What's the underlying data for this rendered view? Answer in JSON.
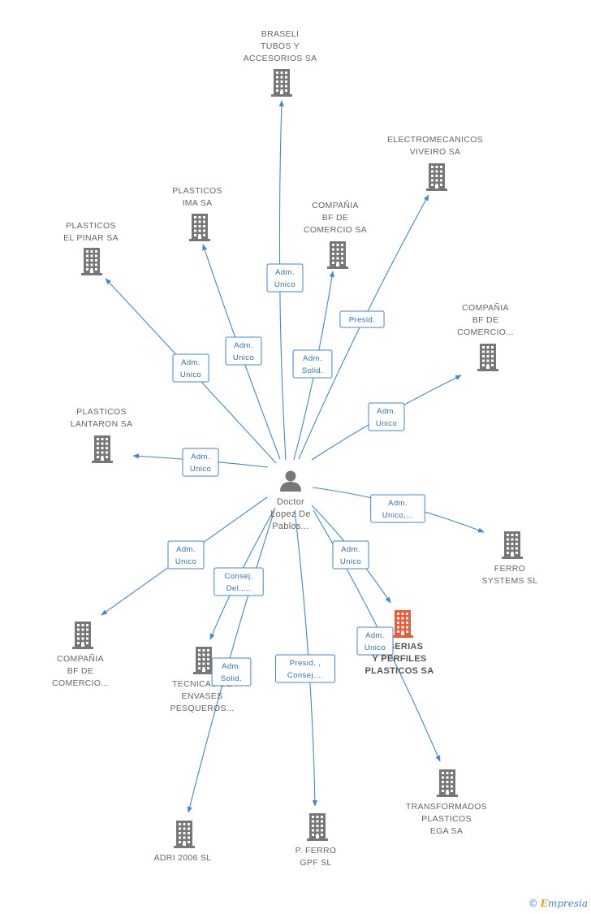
{
  "center": {
    "label_lines": [
      "Doctor",
      "Lopez De",
      "Pablos..."
    ],
    "icon": "person-icon",
    "color": "#777777"
  },
  "colors": {
    "edge": "#3f87d9",
    "building": "#777777",
    "highlight": "#ee5a36"
  },
  "nodes": [
    {
      "id": "braseli",
      "lines": [
        "BRASELI",
        "TUBOS Y",
        "ACCESORIOS SA"
      ],
      "icon": "building-icon"
    },
    {
      "id": "electromecanicos",
      "lines": [
        "ELECTROMECANICOS",
        "VIVEIRO SA"
      ],
      "icon": "building-icon"
    },
    {
      "id": "plasticos-ima",
      "lines": [
        "PLASTICOS",
        "IMA SA"
      ],
      "icon": "building-icon"
    },
    {
      "id": "compania-bf-top",
      "lines": [
        "COMPAÑIA",
        "BF DE",
        "COMERCIO SA"
      ],
      "icon": "building-icon"
    },
    {
      "id": "plasticos-el-pinar",
      "lines": [
        "PLASTICOS",
        "EL PINAR SA"
      ],
      "icon": "building-icon"
    },
    {
      "id": "compania-bf-right",
      "lines": [
        "COMPAÑIA",
        "BF DE",
        "COMERCIO..."
      ],
      "icon": "building-icon"
    },
    {
      "id": "plasticos-lantaron",
      "lines": [
        "PLASTICOS",
        "LANTARON SA"
      ],
      "icon": "building-icon"
    },
    {
      "id": "ferro-systems",
      "lines": [
        "FERRO",
        "SYSTEMS SL"
      ],
      "icon": "building-icon"
    },
    {
      "id": "tuberias",
      "lines": [
        "TUBERIAS",
        "Y PERFILES",
        "PLASTICOS SA"
      ],
      "icon": "building-icon",
      "main": true
    },
    {
      "id": "compania-bf-left",
      "lines": [
        "COMPAÑIA",
        "BF DE",
        "COMERCIO..."
      ],
      "icon": "building-icon"
    },
    {
      "id": "tecnicas",
      "lines": [
        "TECNICAS DE",
        "ENVASES",
        "PESQUEROS..."
      ],
      "icon": "building-icon"
    },
    {
      "id": "transformados",
      "lines": [
        "TRANSFORMADOS",
        "PLASTICOS",
        "EGA SA"
      ],
      "icon": "building-icon"
    },
    {
      "id": "adri",
      "lines": [
        "ADRI 2006 SL"
      ],
      "icon": "building-icon"
    },
    {
      "id": "p-ferro",
      "lines": [
        "P. FERRO",
        "GPF SL"
      ],
      "icon": "building-icon"
    }
  ],
  "edges": [
    {
      "target": "braseli",
      "lines": [
        "Adm.",
        "Unico"
      ]
    },
    {
      "target": "electromecanicos",
      "lines": [
        "Presid."
      ]
    },
    {
      "target": "plasticos-ima",
      "lines": [
        "Adm.",
        "Unico"
      ]
    },
    {
      "target": "compania-bf-top",
      "lines": [
        "Adm.",
        "Solid."
      ]
    },
    {
      "target": "plasticos-el-pinar",
      "lines": [
        "Adm.",
        "Unico"
      ]
    },
    {
      "target": "compania-bf-right",
      "lines": [
        "Adm.",
        "Unico"
      ]
    },
    {
      "target": "plasticos-lantaron",
      "lines": [
        "Adm.",
        "Unico"
      ]
    },
    {
      "target": "ferro-systems",
      "lines": [
        "Adm.",
        "Unico,..."
      ]
    },
    {
      "target": "tuberias",
      "lines": [
        "Adm.",
        "Unico"
      ]
    },
    {
      "target": "compania-bf-left",
      "lines": [
        "Adm.",
        "Unico"
      ]
    },
    {
      "target": "tecnicas",
      "lines": [
        "Consej.",
        "Del.,..."
      ]
    },
    {
      "target": "transformados",
      "lines": [
        "Adm.",
        "Unico"
      ]
    },
    {
      "target": "adri",
      "lines": [
        "Adm.",
        "Solid."
      ]
    },
    {
      "target": "p-ferro",
      "lines": [
        "Presid. ,",
        "Consej...."
      ]
    }
  ],
  "brand": {
    "copyright": "©",
    "name_initial": "E",
    "name_rest": "mpresia"
  }
}
